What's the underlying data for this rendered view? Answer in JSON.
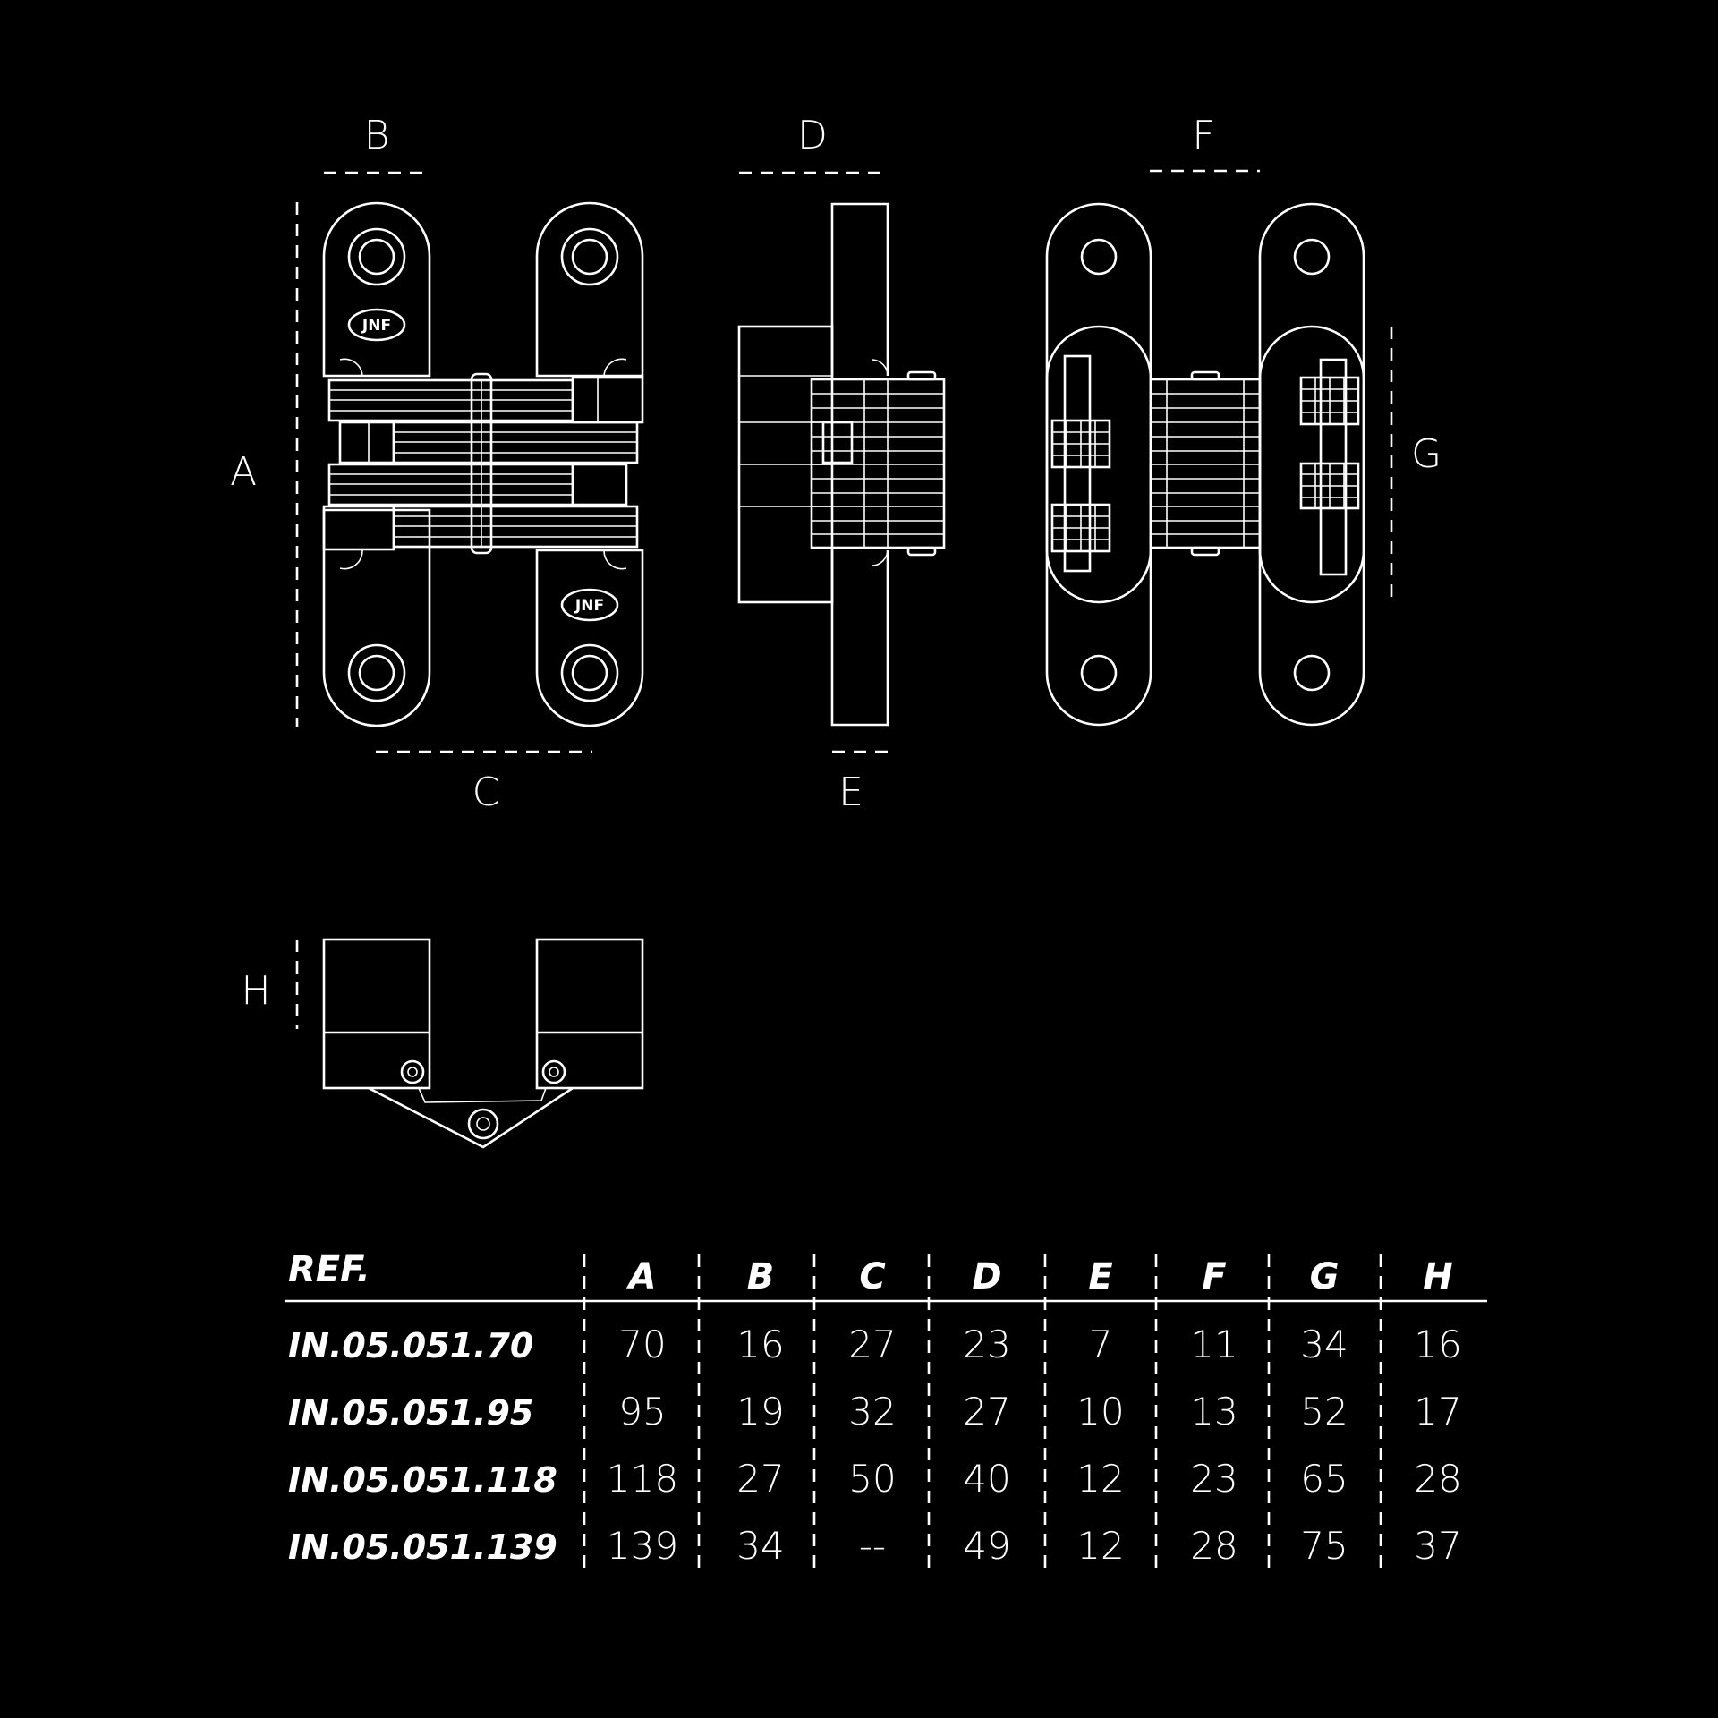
{
  "dimension_labels": {
    "A": "A",
    "B": "B",
    "C": "C",
    "D": "D",
    "E": "E",
    "F": "F",
    "G": "G",
    "H": "H"
  },
  "logo_text": "JNF",
  "table": {
    "columns": [
      "REF.",
      "A",
      "B",
      "C",
      "D",
      "E",
      "F",
      "G",
      "H"
    ],
    "rows": [
      [
        "IN.05.051.70",
        "70",
        "16",
        "27",
        "23",
        "7",
        "11",
        "34",
        "16"
      ],
      [
        "IN.05.051.95",
        "95",
        "19",
        "32",
        "27",
        "10",
        "13",
        "52",
        "17"
      ],
      [
        "IN.05.051.118",
        "118",
        "27",
        "50",
        "40",
        "12",
        "23",
        "65",
        "28"
      ],
      [
        "IN.05.051.139",
        "139",
        "34",
        "--",
        "49",
        "12",
        "28",
        "75",
        "37"
      ]
    ]
  }
}
